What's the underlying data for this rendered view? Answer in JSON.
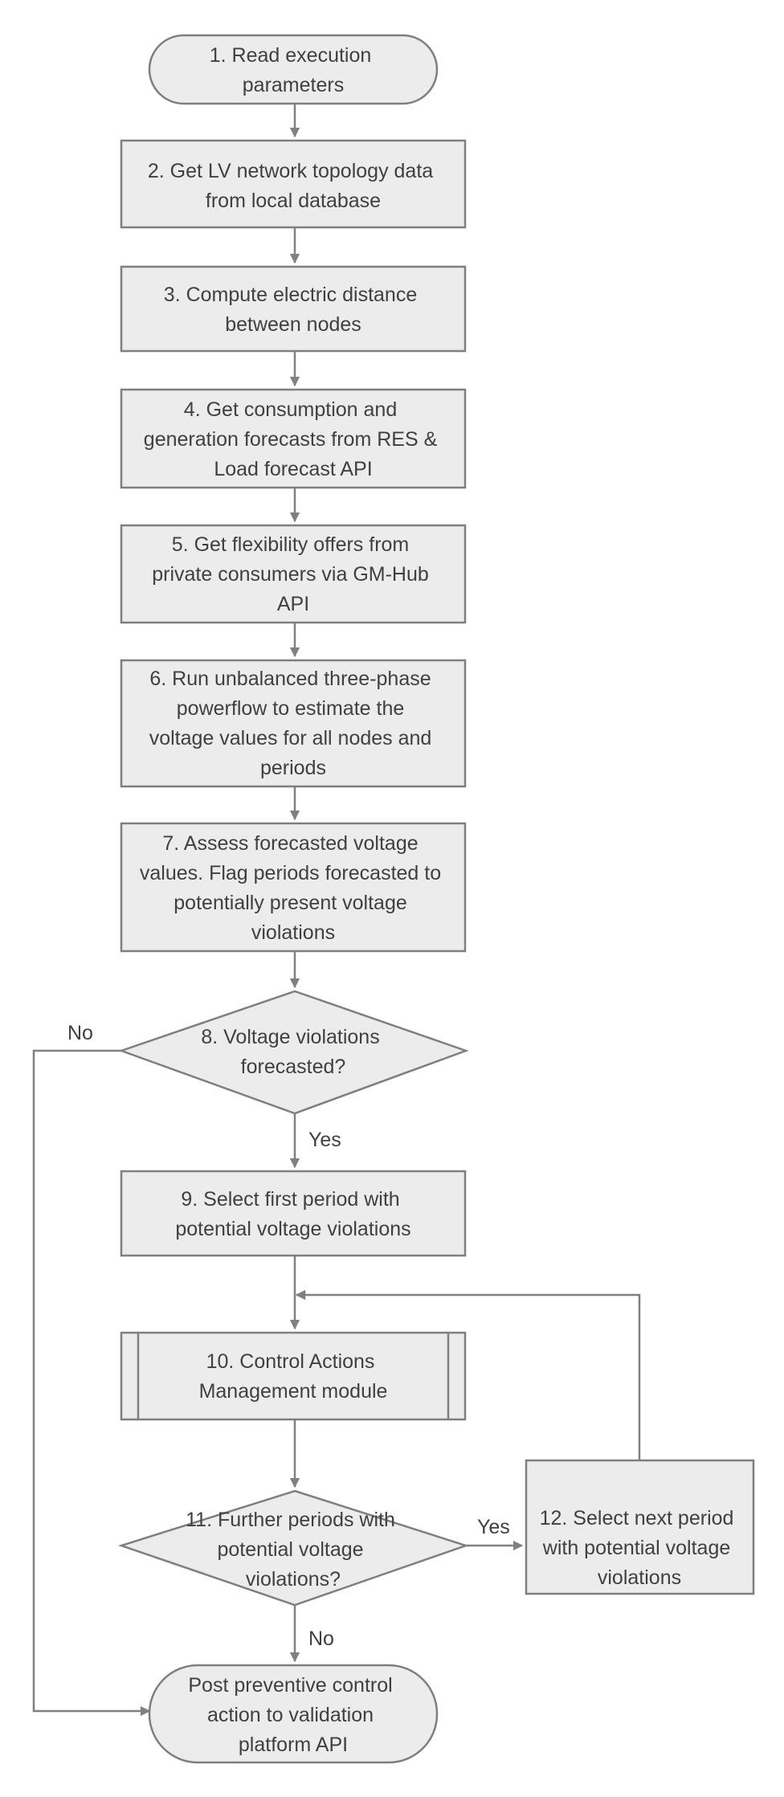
{
  "nodes": {
    "n1": [
      "1. Read execution",
      "parameters"
    ],
    "n2": [
      "2. Get LV network topology data",
      "from local database"
    ],
    "n3": [
      "3. Compute electric distance",
      "between nodes"
    ],
    "n4": [
      "4. Get consumption and",
      "generation forecasts from RES &",
      "Load forecast API"
    ],
    "n5": [
      "5. Get flexibility offers from",
      "private consumers via GM-Hub",
      "API"
    ],
    "n6": [
      "6. Run unbalanced three-phase",
      "powerflow to estimate the",
      "voltage values for all nodes and",
      "periods"
    ],
    "n7": [
      "7. Assess forecasted voltage",
      "values. Flag periods forecasted to",
      "potentially present voltage",
      "violations"
    ],
    "n8": [
      "8. Voltage violations",
      "forecasted?"
    ],
    "n9": [
      "9. Select first period with",
      "potential voltage violations"
    ],
    "n10": [
      "10. Control Actions",
      "Management module"
    ],
    "n11": [
      "11. Further periods with",
      "potential voltage",
      "violations?"
    ],
    "n12": [
      "12. Select next period",
      "with potential voltage",
      "violations"
    ],
    "n13": [
      "Post preventive control",
      "action to validation",
      "platform API"
    ]
  },
  "edge_labels": {
    "d8_no": "No",
    "d8_yes": "Yes",
    "d11_yes": "Yes",
    "d11_no": "No"
  }
}
